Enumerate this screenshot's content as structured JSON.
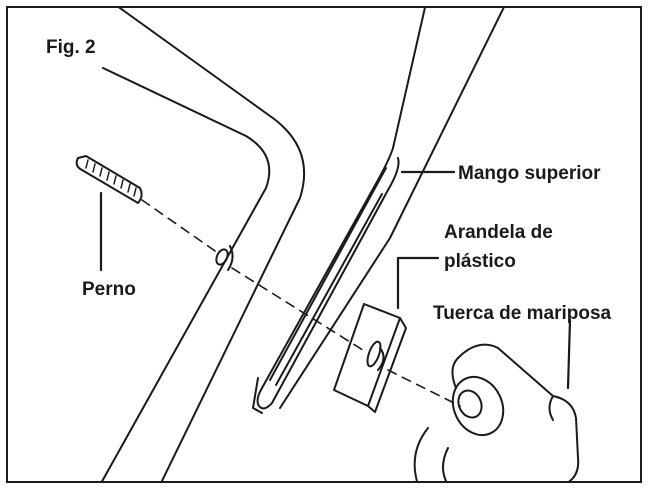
{
  "figure": {
    "title": "Fig. 2",
    "labels": {
      "upper_handle": "Mango superior",
      "plastic_washer_line1": "Arandela de",
      "plastic_washer_line2": "plástico",
      "wing_nut": "Tuerca de mariposa",
      "bolt": "Perno"
    }
  },
  "colors": {
    "line": "#1a1a1a",
    "background": "#ffffff"
  }
}
